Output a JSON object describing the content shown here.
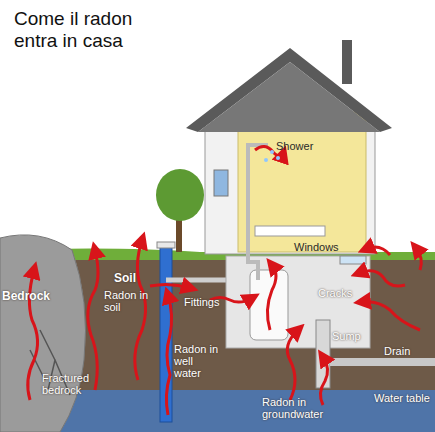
{
  "diagram": {
    "title": "Come il radon entra in casa",
    "labels": [
      "Shower",
      "Windows",
      "Soil",
      "Bedrock",
      "Radon in soil",
      "Fittings",
      "Cracks",
      "Sump",
      "Radon in well water",
      "Drain",
      "Water table",
      "Radon in groundwater",
      "Fractured bedrock"
    ]
  }
}
